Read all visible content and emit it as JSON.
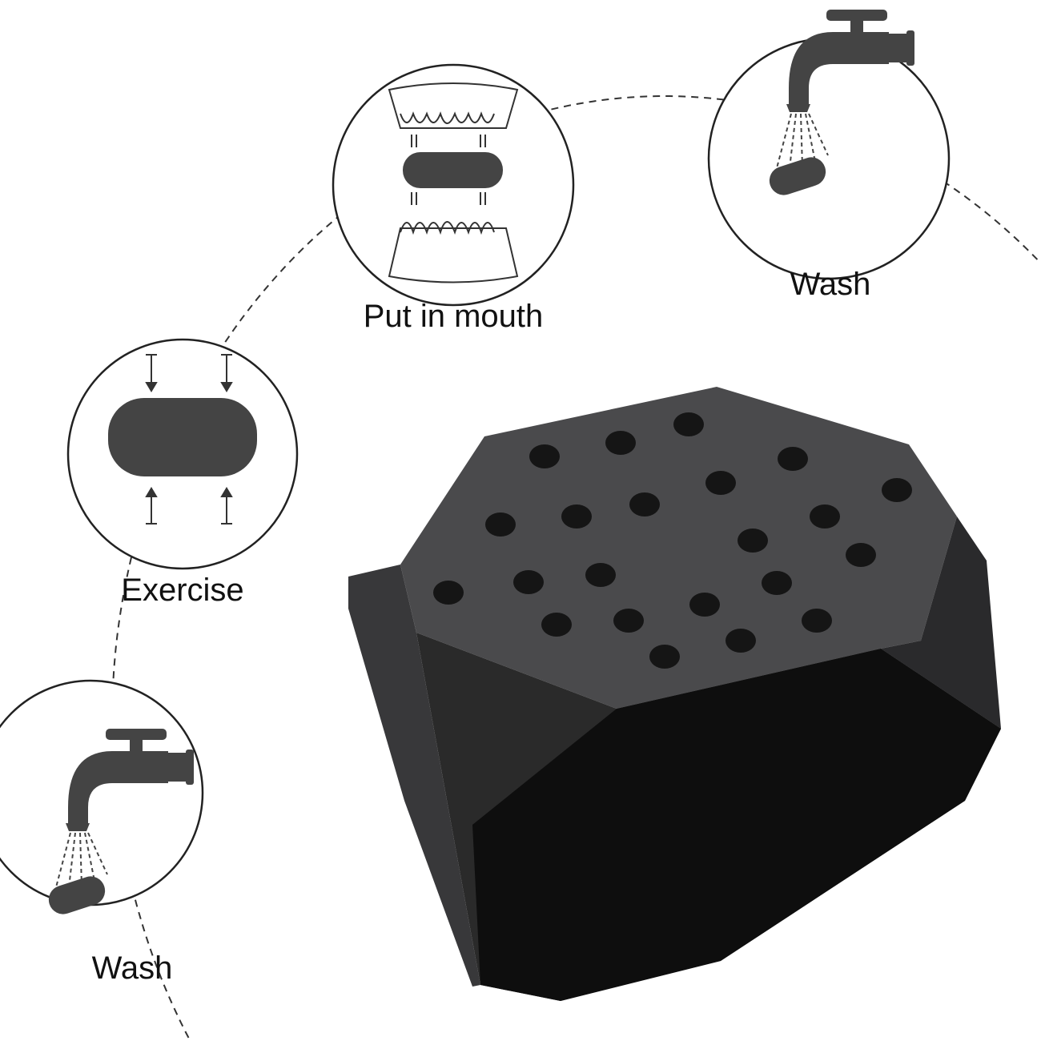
{
  "steps": [
    {
      "label": "Put in mouth",
      "icon": "teeth-bite-icon"
    },
    {
      "label": "Wash",
      "icon": "faucet-wash-icon"
    },
    {
      "label": "Exercise",
      "icon": "compress-icon"
    },
    {
      "label": "Wash",
      "icon": "faucet-wash-icon"
    }
  ],
  "colors": {
    "icon": "#444444",
    "product_top": "#4a4a4c",
    "product_side": "#2e2e30",
    "product_front": "#0e0e0e"
  }
}
